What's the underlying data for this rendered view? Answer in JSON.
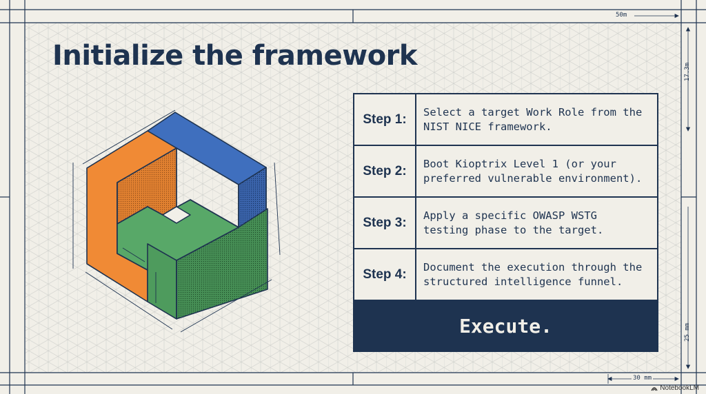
{
  "title": "Initialize the framework",
  "steps": [
    {
      "label": "Step 1:",
      "text": "Select a target Work Role from the\nNIST NICE framework."
    },
    {
      "label": "Step 2:",
      "text": "Boot Kioptrix Level 1 (or your\npreferred vulnerable environment)."
    },
    {
      "label": "Step 3:",
      "text": "Apply a specific OWASP WSTG\ntesting phase to the target."
    },
    {
      "label": "Step 4:",
      "text": "Document the execution through the\nstructured intelligence funnel."
    }
  ],
  "execute_label": "Execute.",
  "dimensions": {
    "top": "50m",
    "right_top": "17.3m",
    "right_bottom": "25 mm",
    "bottom": "30 mm"
  },
  "brand": "NotebookLM",
  "colors": {
    "background": "#f1efe8",
    "navy": "#1e3350",
    "orange": "#f08a35",
    "blue": "#3d6fbf",
    "green": "#4d9a5c"
  },
  "icons": [
    "isometric-block-illustration",
    "notebooklm-logo-icon"
  ]
}
